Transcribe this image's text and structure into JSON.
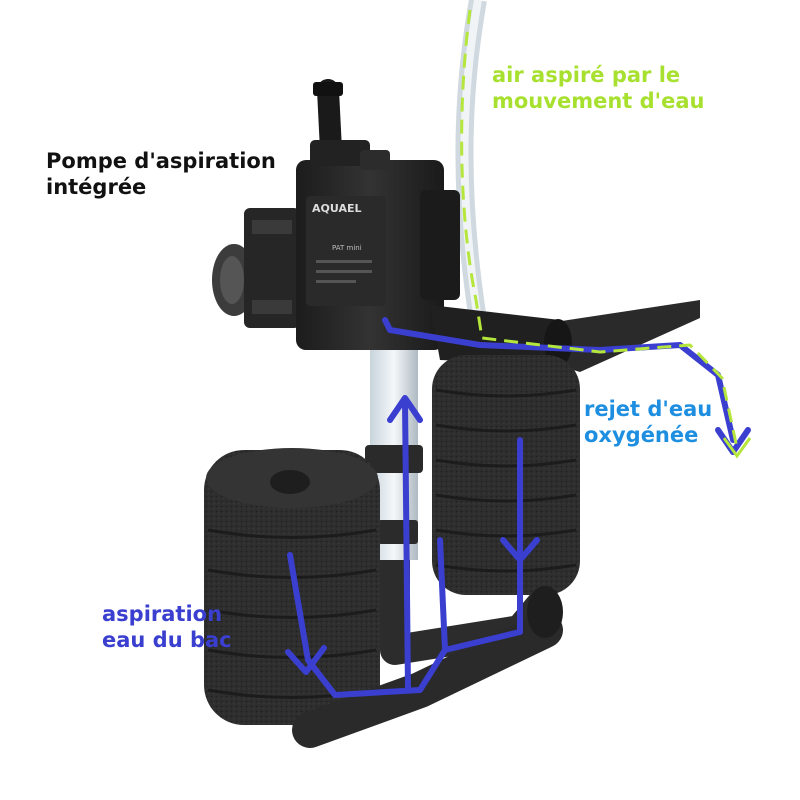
{
  "labels": {
    "pump": {
      "line1": "Pompe d'aspiration",
      "line2": "intégrée"
    },
    "air": {
      "line1": "air aspiré par le",
      "line2": "mouvement d'eau"
    },
    "rejet": {
      "line1": "rejet d'eau",
      "line2": "oxygénée"
    },
    "aspiration": {
      "line1": "aspiration",
      "line2": "eau du bac"
    }
  },
  "pump_brand": {
    "name": "AQUAEL",
    "model": "PAT mini"
  },
  "colors": {
    "water_flow": "#3a3fd0",
    "air_flow": "#b4e63c",
    "rejet_text": "#1e8fe0",
    "sponge": "#2b2b2b",
    "pump_body": "#242424"
  }
}
